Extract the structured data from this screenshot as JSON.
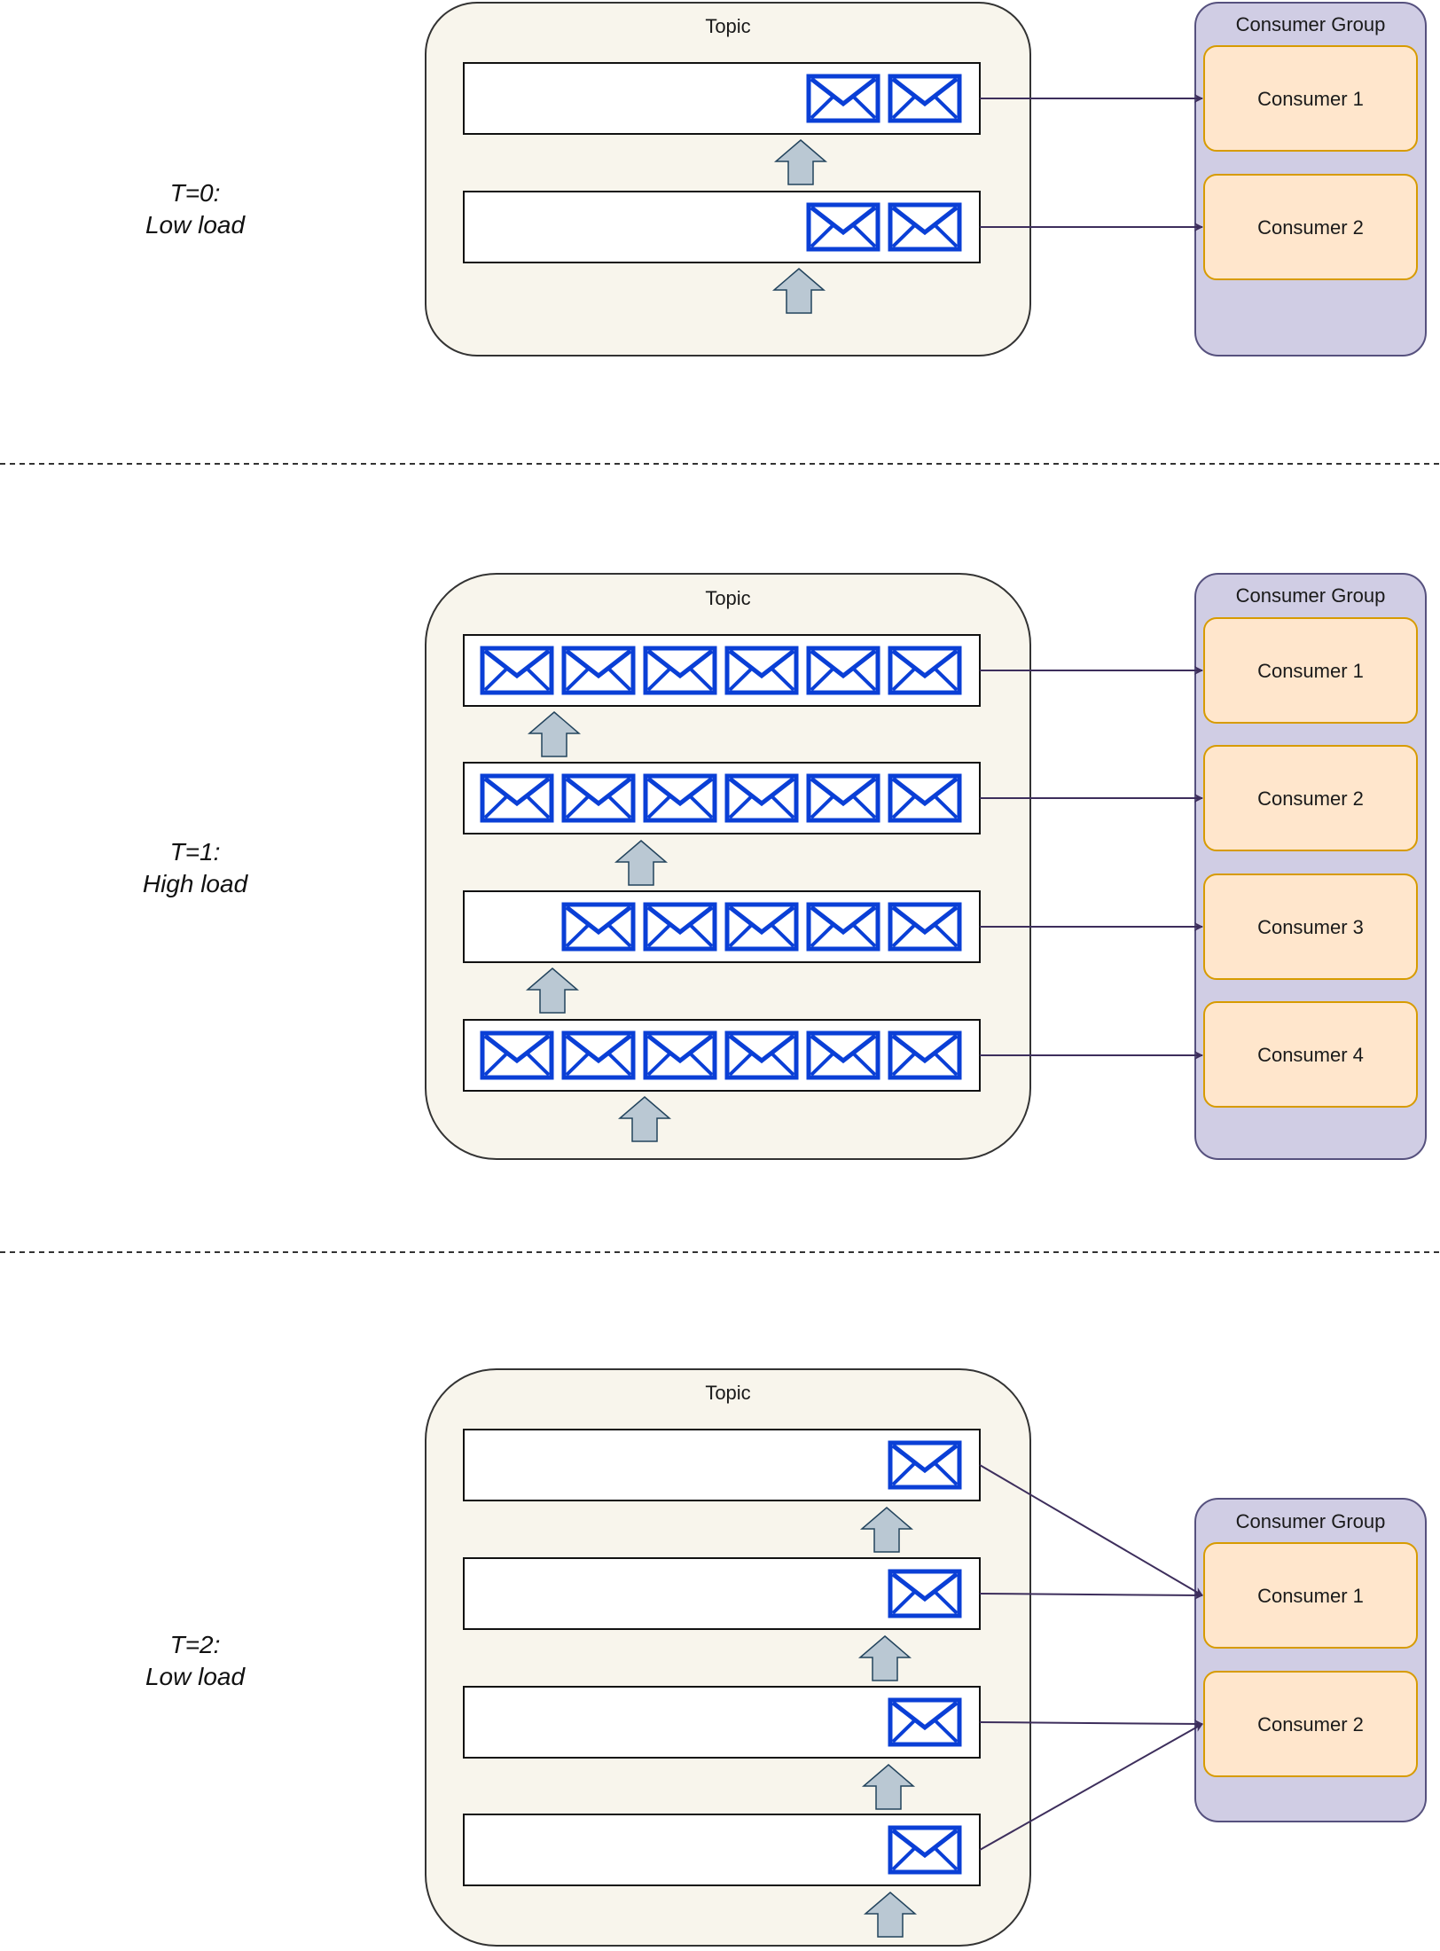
{
  "colors": {
    "topic_fill": "#f8f5ec",
    "topic_stroke": "#333333",
    "group_fill": "#d0cde4",
    "group_stroke": "#56517e",
    "consumer_fill": "#ffe6cc",
    "consumer_stroke": "#d79b00",
    "envelope": "#0a3fd6",
    "arrow_fill": "#bac8d3",
    "arrow_stroke": "#23445d",
    "connector": "#3d2e5c",
    "separator": "#333333"
  },
  "icons": {
    "message": "envelope-icon",
    "producer": "up-arrow-icon"
  },
  "scenarios": [
    {
      "time_label": "T=0:",
      "load_label": "Low load",
      "topic_label": "Topic",
      "group_label": "Consumer Group",
      "consumers": [
        "Consumer 1",
        "Consumer 2"
      ],
      "partitions": [
        {
          "messages": 2,
          "consumer": "Consumer 1"
        },
        {
          "messages": 2,
          "consumer": "Consumer 2"
        }
      ]
    },
    {
      "time_label": "T=1:",
      "load_label": "High load",
      "topic_label": "Topic",
      "group_label": "Consumer Group",
      "consumers": [
        "Consumer 1",
        "Consumer 2",
        "Consumer 3",
        "Consumer 4"
      ],
      "partitions": [
        {
          "messages": 6,
          "consumer": "Consumer 1"
        },
        {
          "messages": 6,
          "consumer": "Consumer 2"
        },
        {
          "messages": 5,
          "consumer": "Consumer 3"
        },
        {
          "messages": 6,
          "consumer": "Consumer 4"
        }
      ]
    },
    {
      "time_label": "T=2:",
      "load_label": "Low load",
      "topic_label": "Topic",
      "group_label": "Consumer Group",
      "consumers": [
        "Consumer 1",
        "Consumer 2"
      ],
      "partitions": [
        {
          "messages": 1,
          "consumer": "Consumer 1"
        },
        {
          "messages": 1,
          "consumer": "Consumer 1"
        },
        {
          "messages": 1,
          "consumer": "Consumer 2"
        },
        {
          "messages": 1,
          "consumer": "Consumer 2"
        }
      ]
    }
  ]
}
